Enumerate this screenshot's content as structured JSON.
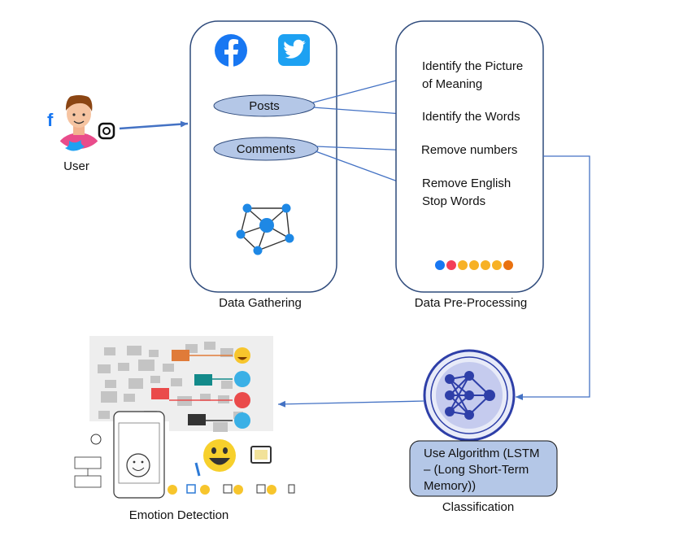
{
  "user": {
    "label": "User"
  },
  "gathering": {
    "caption": "Data Gathering",
    "posts_label": "Posts",
    "comments_label": "Comments",
    "icons": [
      "facebook-icon",
      "twitter-icon",
      "network-icon"
    ]
  },
  "preprocessing": {
    "caption": "Data Pre-Processing",
    "steps": [
      {
        "line1": "Identify the Picture",
        "line2": "of Meaning"
      },
      {
        "line1": "Identify the Words",
        "line2": ""
      },
      {
        "line1": "Remove numbers",
        "line2": ""
      },
      {
        "line1": "Remove English",
        "line2": "Stop Words"
      }
    ],
    "reactions": [
      "like",
      "love",
      "haha",
      "wow",
      "sad",
      "angry"
    ]
  },
  "classification": {
    "caption": "Classification",
    "algo_lines": [
      "Use Algorithm (LSTM",
      "– (Long Short-Term",
      "Memory))"
    ]
  },
  "emotion": {
    "caption": "Emotion Detection"
  },
  "colors": {
    "arrow": "#4472c4",
    "ellipse_fill": "#b4c7e7",
    "box_border": "#2f4b7c",
    "algo_fill": "#b4c7e7",
    "facebook": "#1877f2",
    "twitter": "#1da1f2",
    "network": "#1e88e5",
    "nn_dark": "#2e3fa8"
  }
}
